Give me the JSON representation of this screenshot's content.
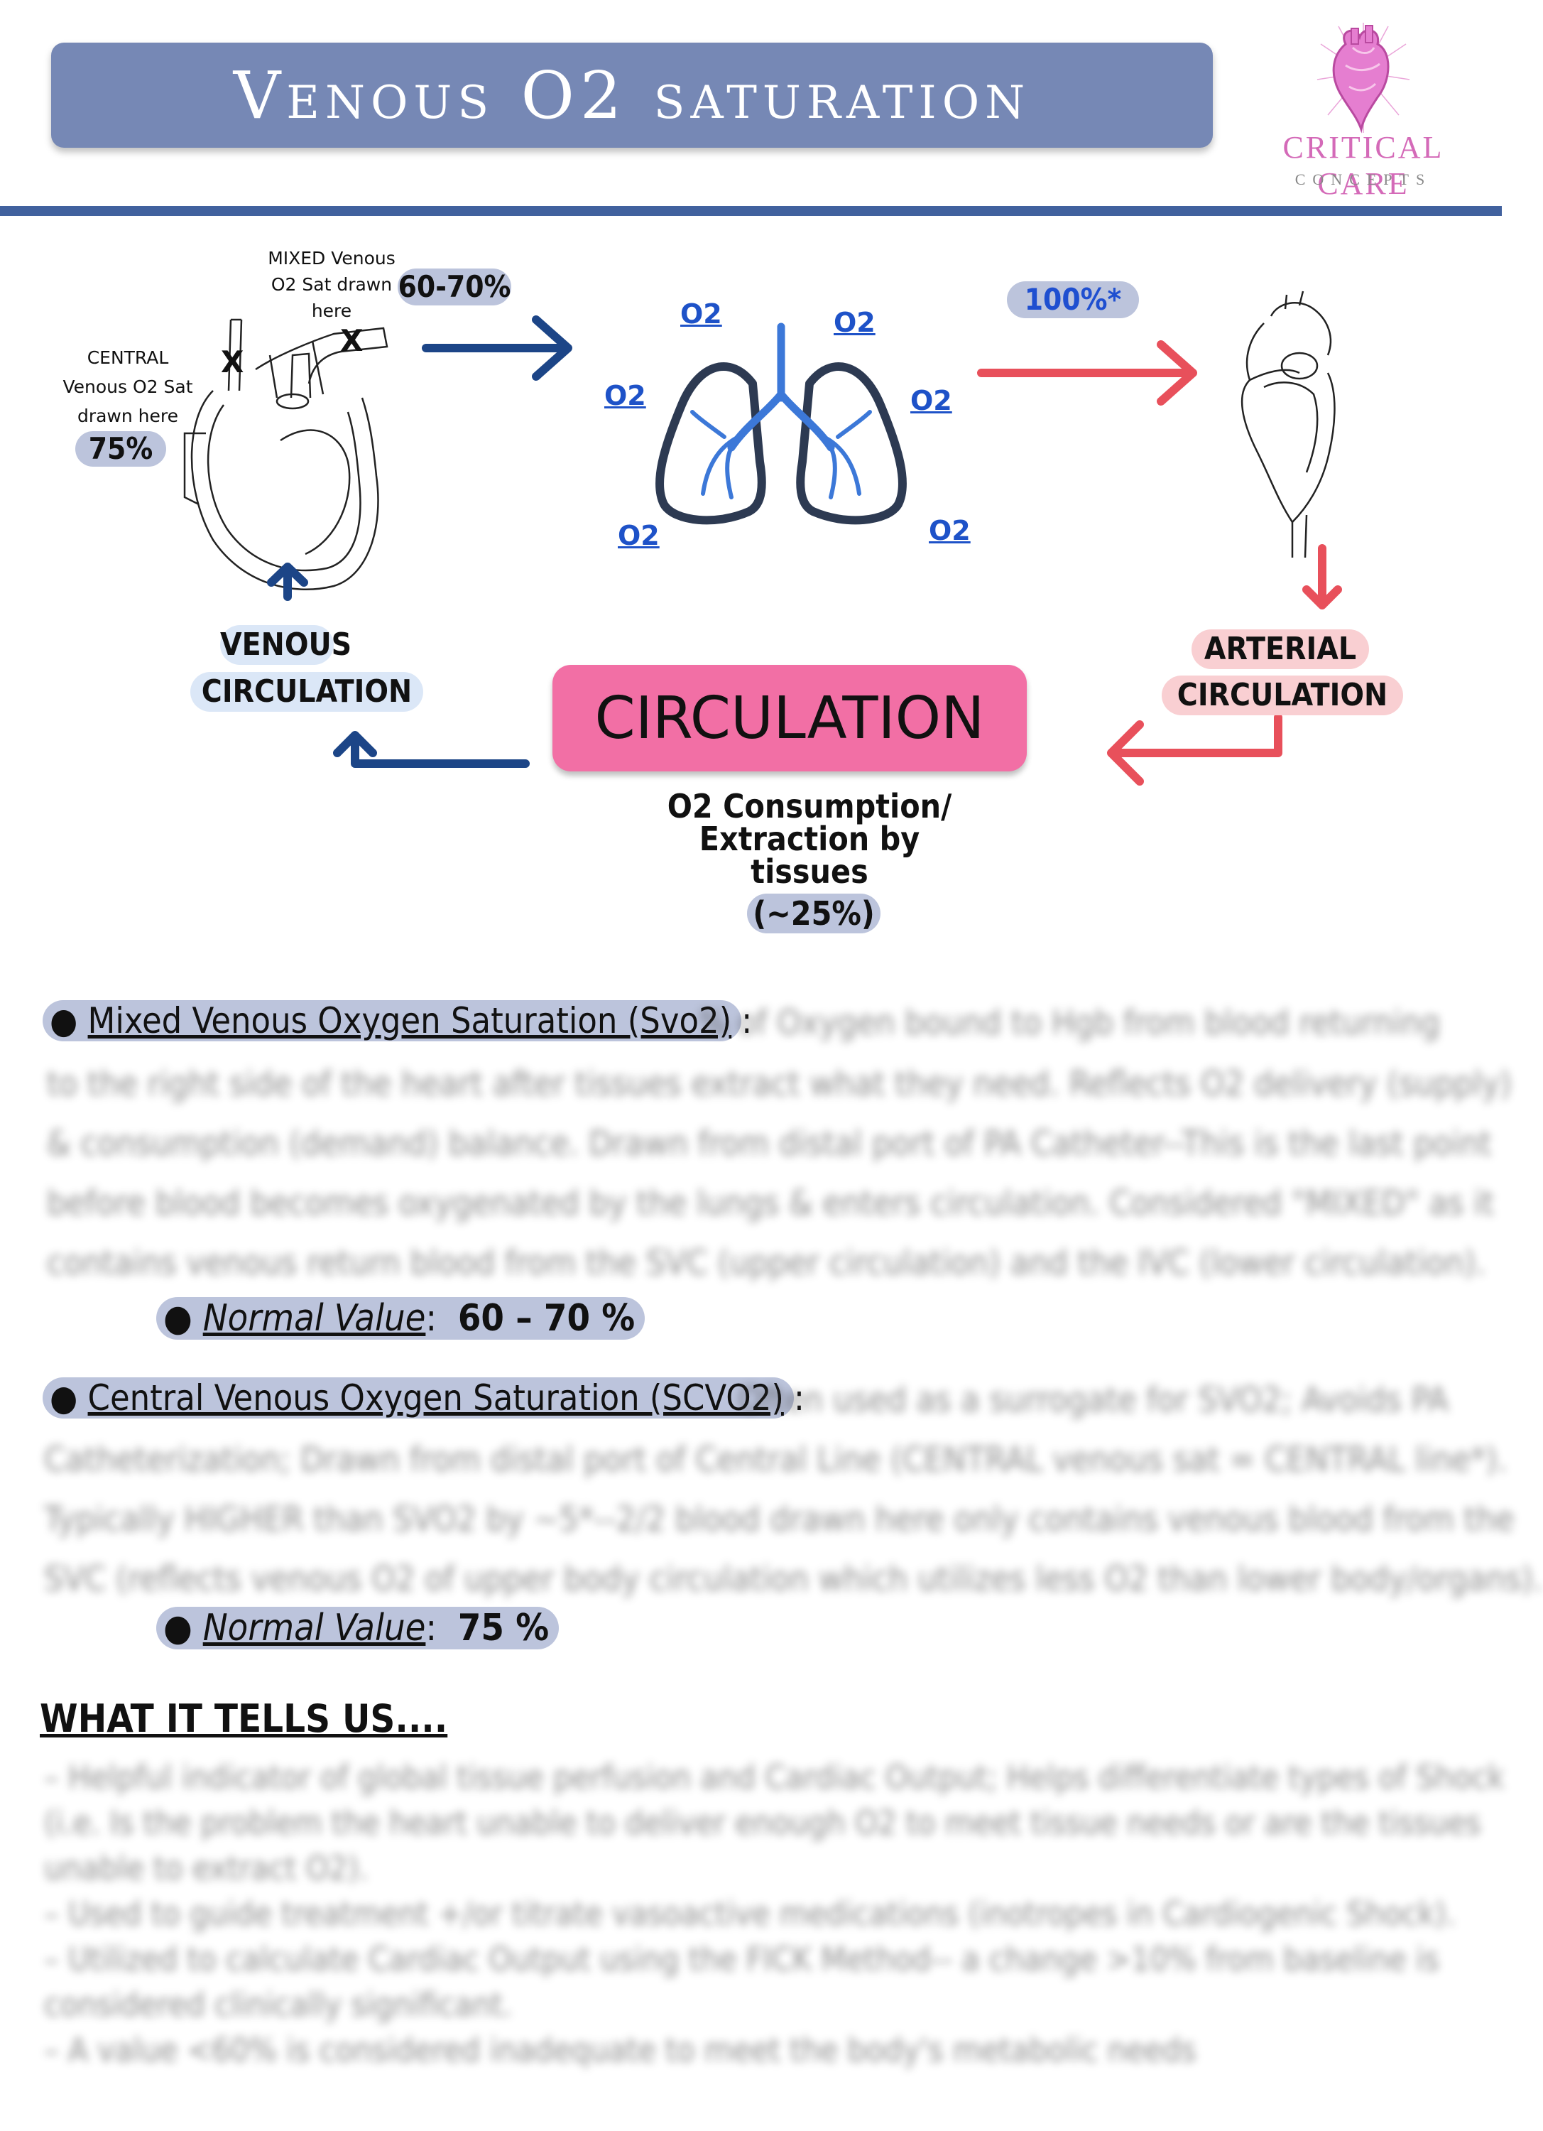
{
  "header": {
    "title": "Venous O2 saturation",
    "logo_line1": "CRITICAL CARE",
    "logo_line2": "CONCEPTS",
    "logo_icon": "anatomical-heart-icon"
  },
  "diagram": {
    "mixed_label": "MIXED Venous O2 Sat drawn here",
    "mixed_value": "60-70%",
    "central_label": "CENTRAL Venous O2 Sat drawn here",
    "central_value": "75%",
    "x_mark": "X",
    "arterial_value": "100%*",
    "o2_label": "O2",
    "venous_circulation": [
      "VENOUS",
      "CIRCULATION"
    ],
    "arterial_circulation": [
      "ARTERIAL",
      "CIRCULATION"
    ],
    "circulation": "CIRCULATION",
    "consumption_lines": [
      "O2 Consumption/",
      "Extraction by",
      "tissues"
    ],
    "consumption_value": "(~25%)",
    "colors": {
      "venous_arrow": "#1c4587",
      "arterial_arrow": "#e8505b",
      "pill": "#bcc4dc",
      "circulation_box": "#f26fa5"
    }
  },
  "svo2": {
    "term": "Mixed Venous Oxygen Saturation (Svo2)",
    "colon": ":",
    "lines": [
      "% of Oxygen bound to Hgb from blood returning",
      "to the right side of the heart after tissues extract what they need. Reflects O2 delivery (supply)",
      "& consumption (demand) balance. Drawn from distal port of PA Catheter--This is the last point",
      "before blood becomes oxygenated by the lungs & enters circulation. Considered \"MIXED\" as it",
      "contains venous return blood from the SVC (upper circulation) and the IVC (lower circulation)."
    ],
    "normal_label": "Normal Value",
    "normal_value": "60 – 70 %"
  },
  "scvo2": {
    "term": "Central Venous Oxygen Saturation (SCVO2)",
    "colon": ":",
    "lines": [
      "Often used as a surrogate for SVO2; Avoids PA",
      "Catheterization; Drawn from distal port of Central Line (CENTRAL venous sat = CENTRAL line*).",
      "Typically HIGHER than SVO2 by ~5*--2/2 blood drawn here only contains venous blood from the",
      "SVC (reflects venous O2 of upper body circulation which utilizes less O2 than lower body/organs)."
    ],
    "normal_label": "Normal Value",
    "normal_value": "75 %"
  },
  "tells": {
    "heading": "WHAT IT TELLS US....",
    "lines": [
      "– Helpful indicator of global tissue perfusion and Cardiac Output; Helps differentiate types of Shock",
      "(i.e. Is the problem the heart unable to deliver enough O2 to meet tissue needs or are the tissues",
      "unable to extract O2).",
      "– Used to guide treatment +/or titrate vasoactive medications (inotropes in Cardiogenic Shock).",
      "– Utilized to calculate Cardiac Output using the FICK Method-- a change >10% from baseline is",
      "considered clinically significant.",
      "– A value <60% is considered inadequate to meet the body's metabolic needs"
    ]
  }
}
